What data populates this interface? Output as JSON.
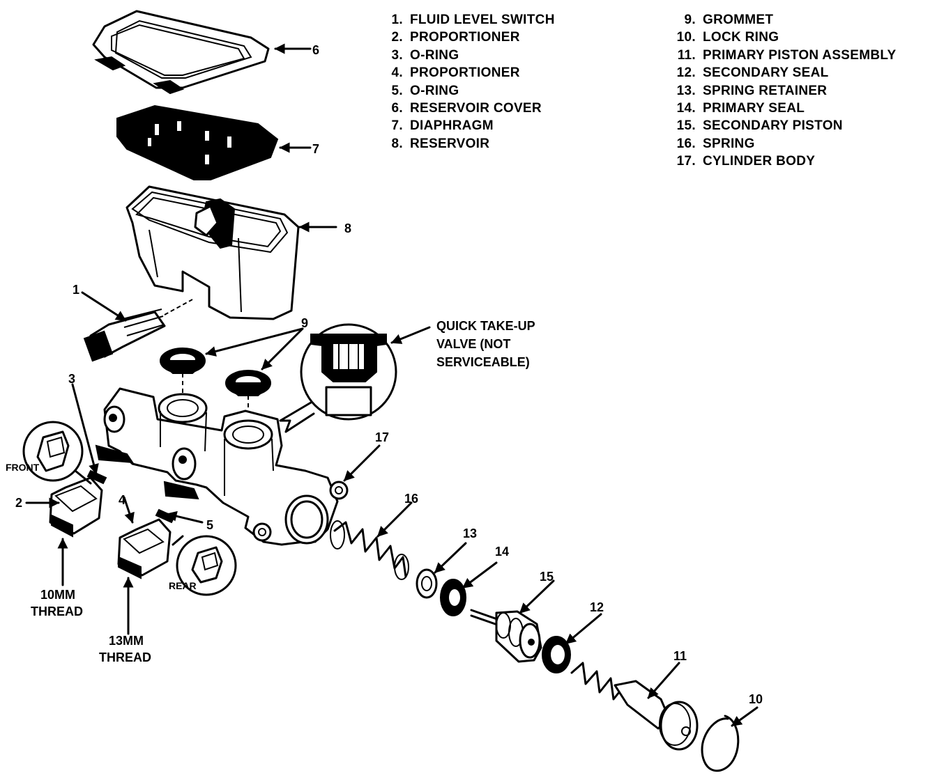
{
  "legend": [
    {
      "num": "1.",
      "label": "FLUID LEVEL SWITCH"
    },
    {
      "num": "2.",
      "label": "PROPORTIONER"
    },
    {
      "num": "3.",
      "label": "O-RING"
    },
    {
      "num": "4.",
      "label": "PROPORTIONER"
    },
    {
      "num": "5.",
      "label": "O-RING"
    },
    {
      "num": "6.",
      "label": "RESERVOIR COVER"
    },
    {
      "num": "7.",
      "label": "DIAPHRAGM"
    },
    {
      "num": "8.",
      "label": "RESERVOIR"
    },
    {
      "num": "9.",
      "label": "GROMMET"
    },
    {
      "num": "10.",
      "label": "LOCK RING"
    },
    {
      "num": "11.",
      "label": "PRIMARY PISTON ASSEMBLY"
    },
    {
      "num": "12.",
      "label": "SECONDARY SEAL"
    },
    {
      "num": "13.",
      "label": "SPRING RETAINER"
    },
    {
      "num": "14.",
      "label": "PRIMARY SEAL"
    },
    {
      "num": "15.",
      "label": "SECONDARY PISTON"
    },
    {
      "num": "16.",
      "label": "SPRING"
    },
    {
      "num": "17.",
      "label": "CYLINDER BODY"
    }
  ],
  "callouts": {
    "c1": "1",
    "c2": "2",
    "c3": "3",
    "c4": "4",
    "c5": "5",
    "c6": "6",
    "c7": "7",
    "c8": "8",
    "c9": "9",
    "c10": "10",
    "c11": "11",
    "c12": "12",
    "c13": "13",
    "c14": "14",
    "c15": "15",
    "c16": "16",
    "c17": "17"
  },
  "annotations": {
    "quick_take_up": [
      "QUICK TAKE-UP",
      "VALVE (NOT",
      "SERVICEABLE)"
    ],
    "thread_10mm": [
      "10MM",
      "THREAD"
    ],
    "thread_13mm": [
      "13MM",
      "THREAD"
    ],
    "front": "FRONT",
    "rear": "REAR"
  }
}
